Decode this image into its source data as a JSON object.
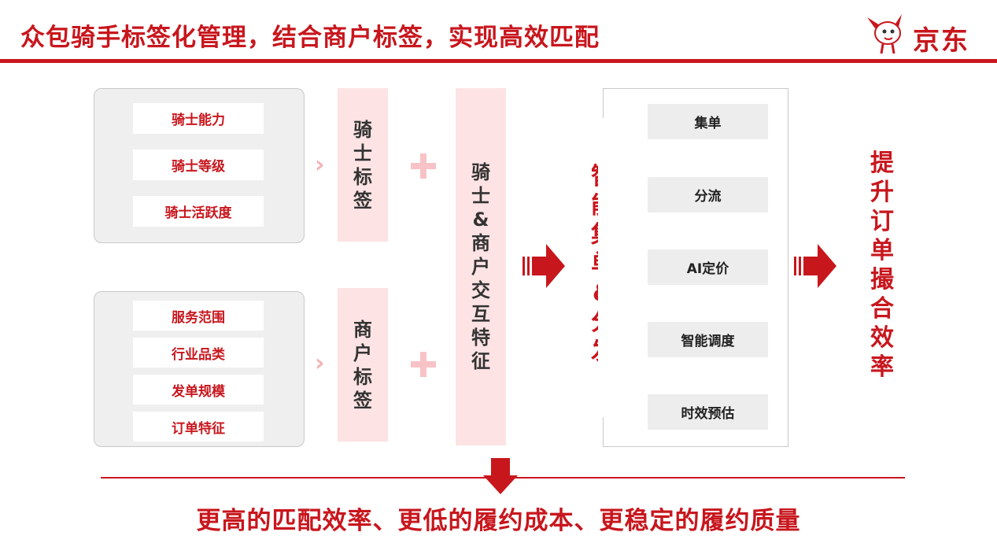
{
  "header": {
    "title": "众包骑手标签化管理，结合商户标签，实现高效匹配",
    "logo_text": "京东"
  },
  "rider_group": {
    "items": [
      "骑士能力",
      "骑士等级",
      "骑士活跃度"
    ],
    "tag_label": [
      "骑",
      "士",
      "标",
      "签"
    ]
  },
  "merchant_group": {
    "items": [
      "服务范围",
      "行业品类",
      "发单规模",
      "订单特征"
    ],
    "tag_label": [
      "商",
      "户",
      "标",
      "签"
    ]
  },
  "interaction_label": [
    "骑",
    "士",
    "&",
    "商",
    "户",
    "交",
    "互",
    "特",
    "征"
  ],
  "smart_label": [
    "智",
    "能",
    "集",
    "单",
    "&",
    "分",
    "发"
  ],
  "functions": [
    "集单",
    "分流",
    "AI定价",
    "智能调度",
    "时效预估"
  ],
  "result_label": [
    "提",
    "升",
    "订",
    "单",
    "撮",
    "合",
    "效",
    "率"
  ],
  "conclusion": "更高的匹配效率、更低的履约成本、更稳定的履约质量",
  "colors": {
    "brand_red": "#c8161d",
    "pink": "#fde3e4",
    "gray_box": "#efefef"
  },
  "icons": {
    "logo": "jd-dog-logo-icon",
    "arrow": "red-arrow-icon",
    "chevron": "chevron-right-icon",
    "plus": "plus-icon"
  }
}
